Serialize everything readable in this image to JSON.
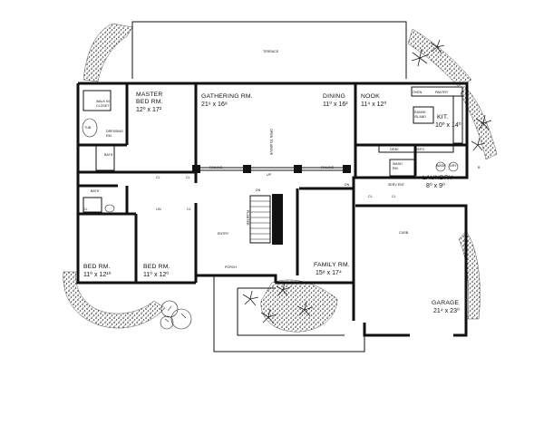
{
  "terrace": {
    "name": "TERRACE"
  },
  "rooms": {
    "master_bed": {
      "name_line1": "MASTER",
      "name_line2": "BED RM.",
      "dims": "12⁰ x 17²"
    },
    "walk_in_closet": {
      "line1": "WALK IN",
      "line2": "CLOSET"
    },
    "dressing": {
      "line1": "DRESSING",
      "line2": "RM."
    },
    "tub": {
      "name": "TUB"
    },
    "bath_master": {
      "name": "BATH"
    },
    "bath_hall": {
      "name": "BATH"
    },
    "gathering": {
      "name": "GATHERING RM.",
      "dims": "21⁶ x 16⁸"
    },
    "dining": {
      "name": "DINING",
      "dims": "11⁰ x 16²"
    },
    "nook": {
      "name": "NOOK",
      "dims": "11⁴ x 12⁰"
    },
    "kitchen": {
      "name": "KIT.",
      "dims": "10⁰ x 14⁰"
    },
    "range_island": {
      "line1": "RANGE",
      "line2": "ISLAND"
    },
    "laundry": {
      "name": "LAUNDRY",
      "dims": "8⁰ x 9⁰"
    },
    "wash_rm": {
      "line1": "WASH",
      "line2": "RM."
    },
    "serv_ent": {
      "name": "SERV ENT."
    },
    "family": {
      "name": "FAMILY RM.",
      "dims": "15⁸ x 17⁴"
    },
    "garage": {
      "name": "GARAGE",
      "dims": "21⁴ x 23⁰"
    },
    "bed_left": {
      "name": "BED RM.",
      "dims": "11⁰ x 12¹⁰"
    },
    "bed_center": {
      "name": "BED RM.",
      "dims": "11⁰ x 12⁰"
    },
    "entry": {
      "name": "ENTRY"
    },
    "porch": {
      "name": "PORCH"
    }
  },
  "fixtures": {
    "oven": "OVEN",
    "pantry": "PANTRY",
    "desk": "DESK",
    "refg": "REFG",
    "wash": "WASH",
    "dry": "DRY",
    "railing": "RAILING",
    "up": "UP",
    "dn": "DN",
    "curb": "CURB",
    "lin": "LIN",
    "cl": "CL",
    "b": "B",
    "planter": "PLANTER",
    "open_to_above": "OPEN TO ABOVE"
  }
}
